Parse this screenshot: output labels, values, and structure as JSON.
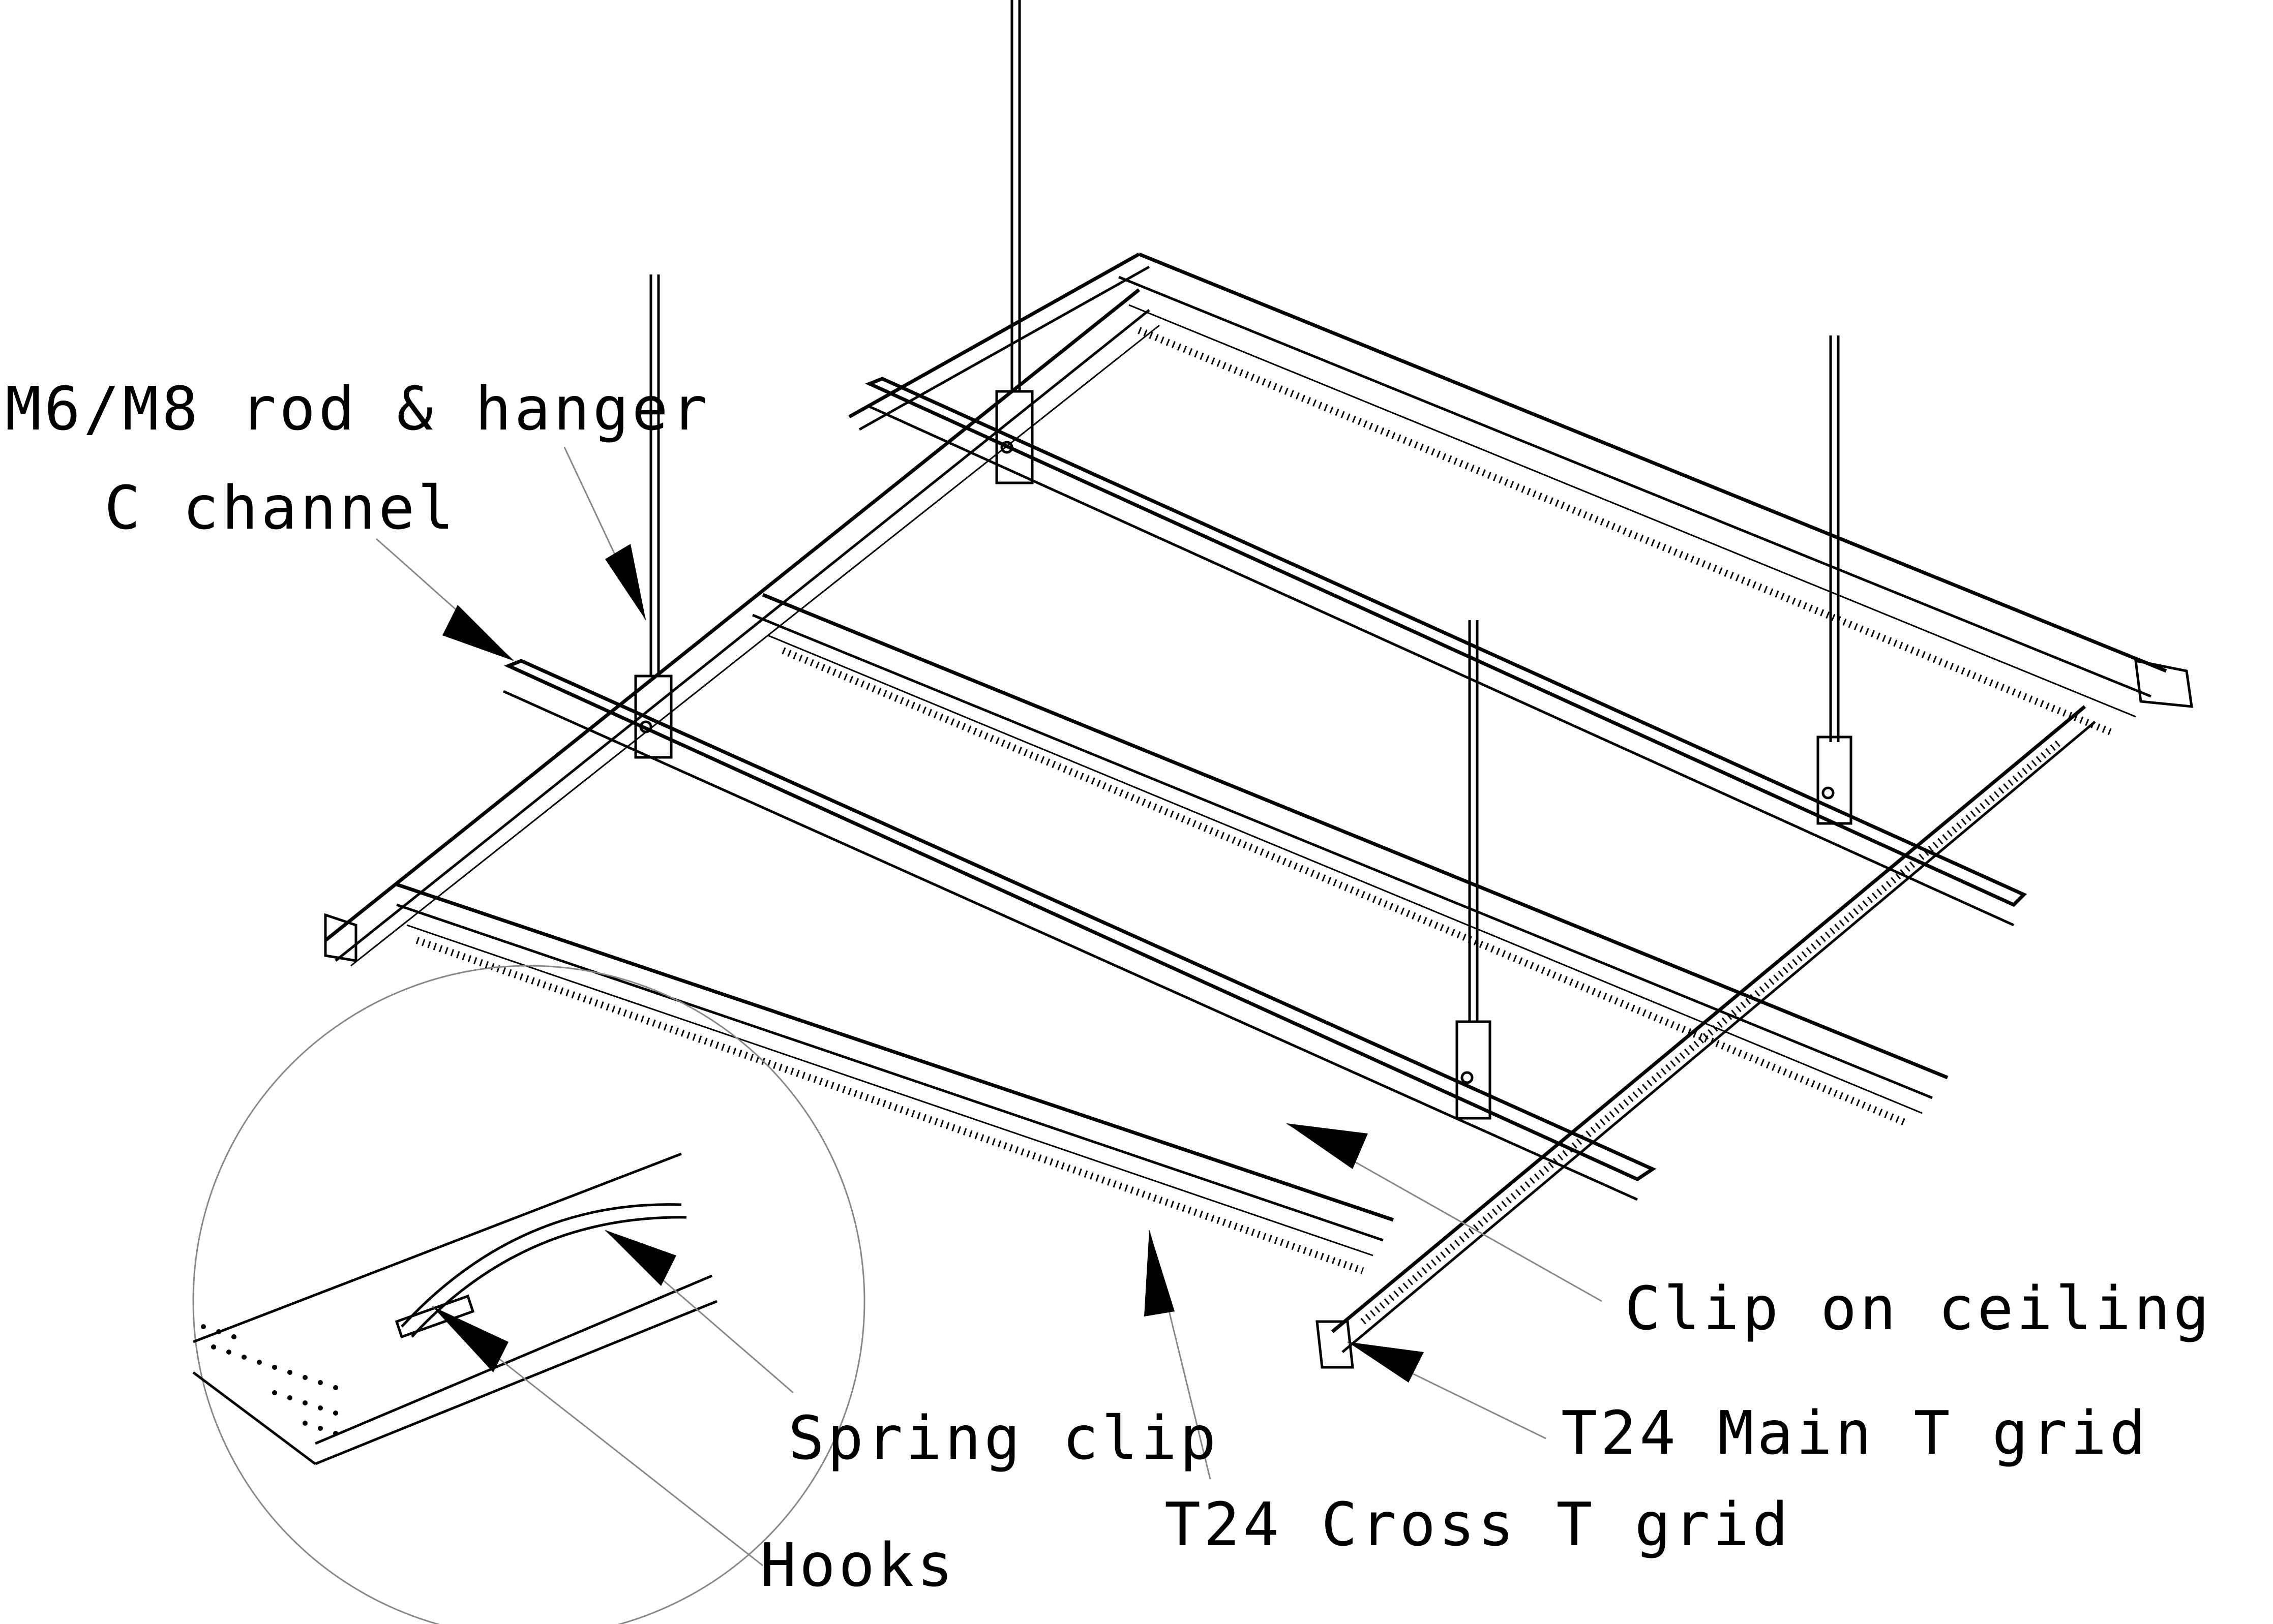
{
  "labels": {
    "rod_hanger": "M6/M8 rod & hanger",
    "c_channel": "C channel",
    "clip_on_ceiling": "Clip on ceiling",
    "main_t_grid": "T24 Main T grid",
    "cross_t_grid": "T24 Cross T grid",
    "spring_clip": "Spring clip",
    "hooks": "Hooks"
  }
}
